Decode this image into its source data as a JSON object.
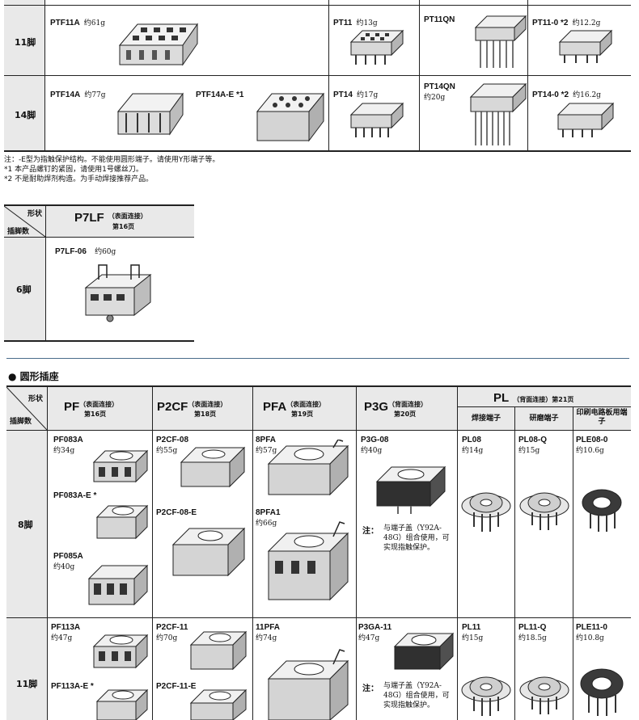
{
  "top_table": {
    "rows": [
      {
        "pins": "11脚",
        "cells": [
          {
            "model": "PTF11A",
            "weight": "约61g"
          },
          {
            "model": "PT11",
            "weight": "约13g"
          },
          {
            "model": "PT11QN",
            "weight": ""
          },
          {
            "model": "PT11-0 *2",
            "weight": "约12.2g"
          }
        ]
      },
      {
        "pins": "14脚",
        "cells": [
          {
            "model": "PTF14A",
            "weight": "约77g"
          },
          {
            "model": "PTF14A-E *1",
            "weight": ""
          },
          {
            "model": "PT14",
            "weight": "约17g"
          },
          {
            "model": "PT14QN",
            "weight": "约20g"
          },
          {
            "model": "PT14-0 *2",
            "weight": "约16.2g"
          }
        ]
      }
    ]
  },
  "notes": {
    "n1": "注：-E型为指触保护结构。不能使用圆形端子。请使用Y形端子等。",
    "n2": "*1 本产品螺钉的紧固，请使用1号螺丝刀。",
    "n3": "*2 不是耐助焊剂构造。为手动焊接推荐产品。"
  },
  "p7lf_table": {
    "hdr_shape": "形状",
    "hdr_pins": "插脚数",
    "series": "P7LF",
    "conn": "（表面连接）",
    "page": "第16页",
    "pins": "6脚",
    "model": "P7LF-06",
    "weight": "约60g"
  },
  "round_section": {
    "bullet": "●",
    "title": "圆形插座"
  },
  "round_table": {
    "hdr_shape": "形状",
    "hdr_pins": "插脚数",
    "series": [
      {
        "name": "PF",
        "conn": "（表面连接）",
        "page": "第16页"
      },
      {
        "name": "P2CF",
        "conn": "（表面连接）",
        "page": "第18页"
      },
      {
        "name": "PFA",
        "conn": "（表面连接）",
        "page": "第19页"
      },
      {
        "name": "P3G",
        "conn": "（背面连接）",
        "page": "第20页"
      }
    ],
    "pl": {
      "name": "PL",
      "conn": "（背面连接）",
      "page": "第21页",
      "subs": [
        "焊接端子",
        "研磨端子",
        "印刷电路板用端子"
      ]
    },
    "row8": {
      "pins": "8脚",
      "pf": [
        {
          "model": "PF083A",
          "weight": "约34g"
        },
        {
          "model": "PF083A-E *",
          "weight": ""
        },
        {
          "model": "PF085A",
          "weight": "约40g"
        }
      ],
      "p2cf": [
        {
          "model": "P2CF-08",
          "weight": "约55g"
        },
        {
          "model": "P2CF-08-E",
          "weight": ""
        }
      ],
      "pfa": [
        {
          "model": "8PFA",
          "weight": "约57g"
        },
        {
          "model": "8PFA1",
          "weight": "约66g"
        }
      ],
      "p3g": {
        "model": "P3G-08",
        "weight": "约40g",
        "note_label": "注：",
        "note": "与端子盖（Y92A-48G）组合使用，可实现指触保护。"
      },
      "pl": [
        {
          "model": "PL08",
          "weight": "约14g"
        },
        {
          "model": "PL08-Q",
          "weight": "约15g"
        },
        {
          "model": "PLE08-0",
          "weight": "约10.6g"
        }
      ]
    },
    "row11": {
      "pins": "11脚",
      "pf": [
        {
          "model": "PF113A",
          "weight": "约47g"
        },
        {
          "model": "PF113A-E *",
          "weight": ""
        }
      ],
      "p2cf": [
        {
          "model": "P2CF-11",
          "weight": "约70g"
        },
        {
          "model": "P2CF-11-E",
          "weight": ""
        }
      ],
      "pfa": [
        {
          "model": "11PFA",
          "weight": "约74g"
        }
      ],
      "p3g": {
        "model": "P3GA-11",
        "weight": "约47g",
        "note_label": "注：",
        "note": "与端子盖（Y92A-48G）组合使用，可实现指触保护。"
      },
      "pl": [
        {
          "model": "PL11",
          "weight": "约15g"
        },
        {
          "model": "PL11-Q",
          "weight": "约18.5g"
        },
        {
          "model": "PLE11-0",
          "weight": "约10.8g"
        }
      ]
    }
  },
  "colors": {
    "line": "#222222",
    "shade": "#e9e9e9",
    "rule": "#4a6c8a"
  }
}
